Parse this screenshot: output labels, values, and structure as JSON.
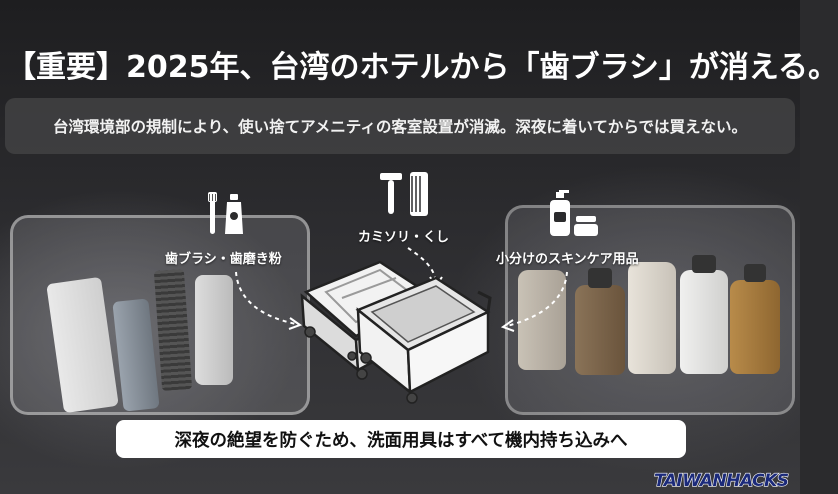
{
  "headline": "【重要】2025年、台湾のホテルから「歯ブラシ」が消える。",
  "subheadline": "台湾環境部の規制により、使い捨てアメニティの客室設置が消滅。深夜に着いてからでは買えない。",
  "items": [
    {
      "label": "歯ブラシ・歯磨き粉",
      "icon": "toothbrush-toothpaste-icon"
    },
    {
      "label": "カミソリ・くし",
      "icon": "razor-comb-icon"
    },
    {
      "label": "小分けのスキンケア用品",
      "icon": "skincare-bottles-icon"
    }
  ],
  "center_icon": "open-suitcase-icon",
  "call_to_action": "深夜の絶望を防ぐため、洗面用具はすべて機内持ち込みへ",
  "logo_text": "TAIWANHACKS",
  "colors": {
    "text": "#ffffff",
    "cta_background": "#ffffff",
    "cta_text": "#111111",
    "logo_fill": "#1b2a7a",
    "logo_outline": "#ffffff"
  }
}
